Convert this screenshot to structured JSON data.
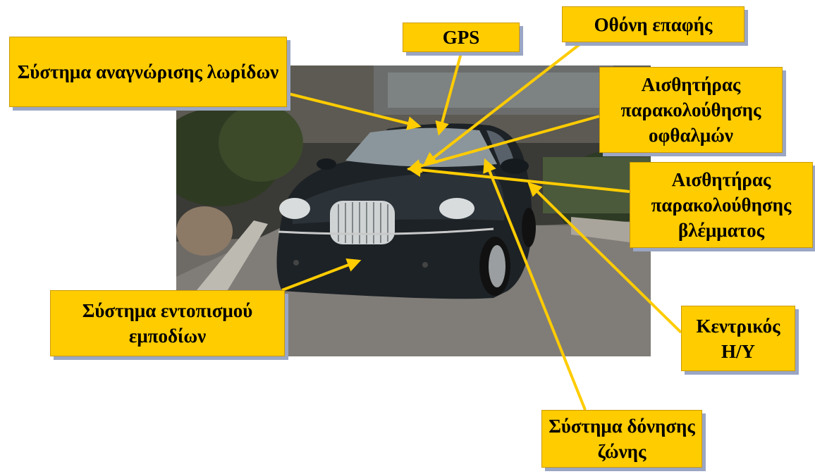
{
  "photo": {
    "subject": "car-photo"
  },
  "colors": {
    "label_bg": "#ffcc00",
    "arrow": "#ffcc00",
    "shadow": "#9aa6c4"
  },
  "labels": {
    "lane": "Σύστημα αναγνώρισης λωρίδων",
    "gps": "GPS",
    "touchscreen": "Οθόνη επαφής",
    "eye_sensor": "Αισθητήρας παρακολούθησης οφθαλμών",
    "gaze_sensor": "Αισθητήρας παρακολούθησης βλέμματος",
    "obstacle": "Σύστημα εντοπισμού εμποδίων",
    "computer": "Κεντρικός Η/Υ",
    "belt": "Σύστημα δόνησης ζώνης"
  }
}
